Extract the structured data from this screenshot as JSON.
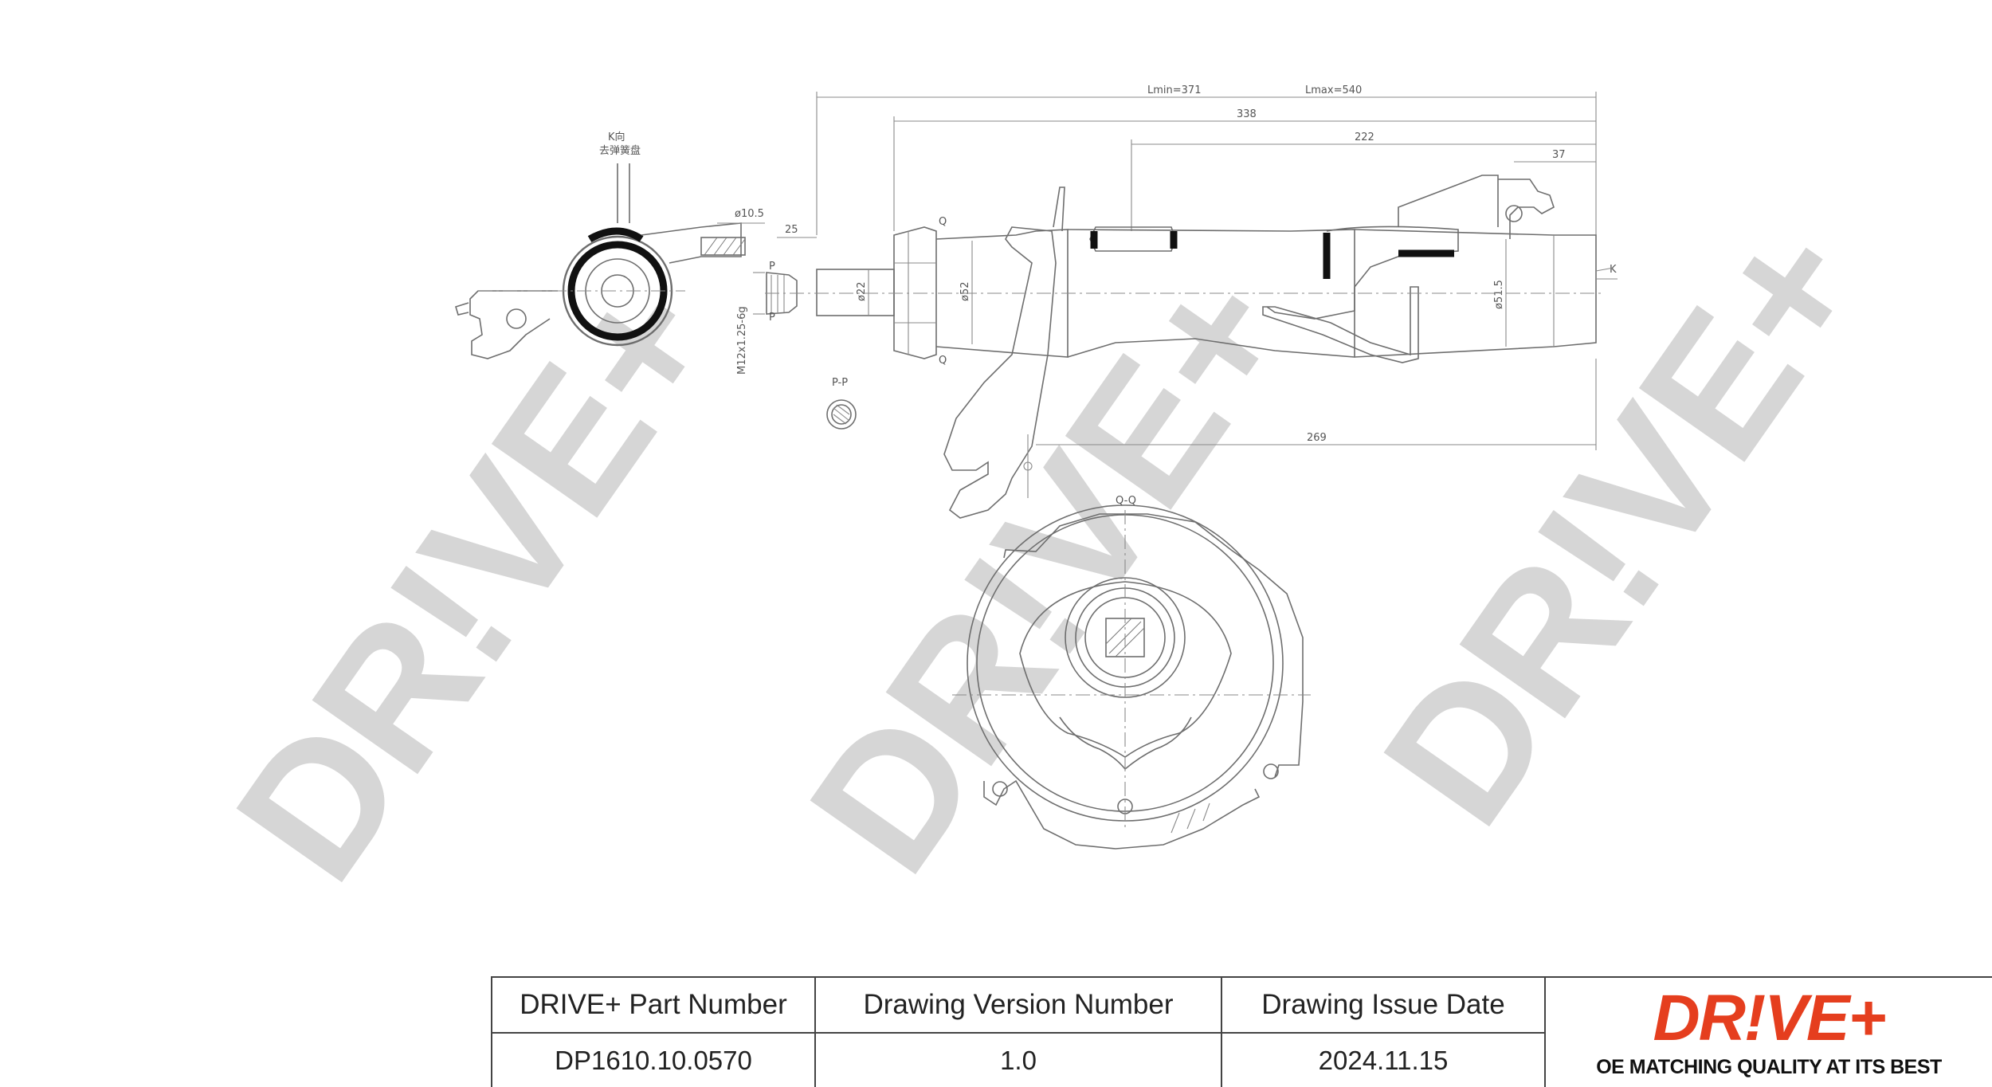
{
  "watermark": {
    "text": "DR!VE+",
    "color": "#cfcfcf"
  },
  "drawing": {
    "labels": {
      "k_view_cn": "K向",
      "k_view_cn2": "去弹簧盘",
      "thread": "M12x1.25-6g",
      "p_mark": "P",
      "pp_section": "P-P",
      "q_mark": "Q",
      "qq_section": "Q-Q",
      "k_mark": "K"
    },
    "dimensions": {
      "lmin": "Lmin=371",
      "lmax": "Lmax=540",
      "d338": "338",
      "d222": "222",
      "d37": "37",
      "d25": "25",
      "d_hole": "ø10.5",
      "d_rod": "ø22",
      "d_top": "ø52",
      "d_body": "ø51.5",
      "d269": "269"
    }
  },
  "title_block": {
    "part_number_label": "DRIVE+ Part Number",
    "part_number": "DP1610.10.0570",
    "version_label": "Drawing Version Number",
    "version": "1.0",
    "issue_date_label": "Drawing Issue Date",
    "issue_date": "2024.11.15"
  },
  "logo": {
    "brand": "DR!VE+",
    "slogan": "OE MATCHING QUALITY AT ITS BEST",
    "color": "#e53e1e"
  }
}
